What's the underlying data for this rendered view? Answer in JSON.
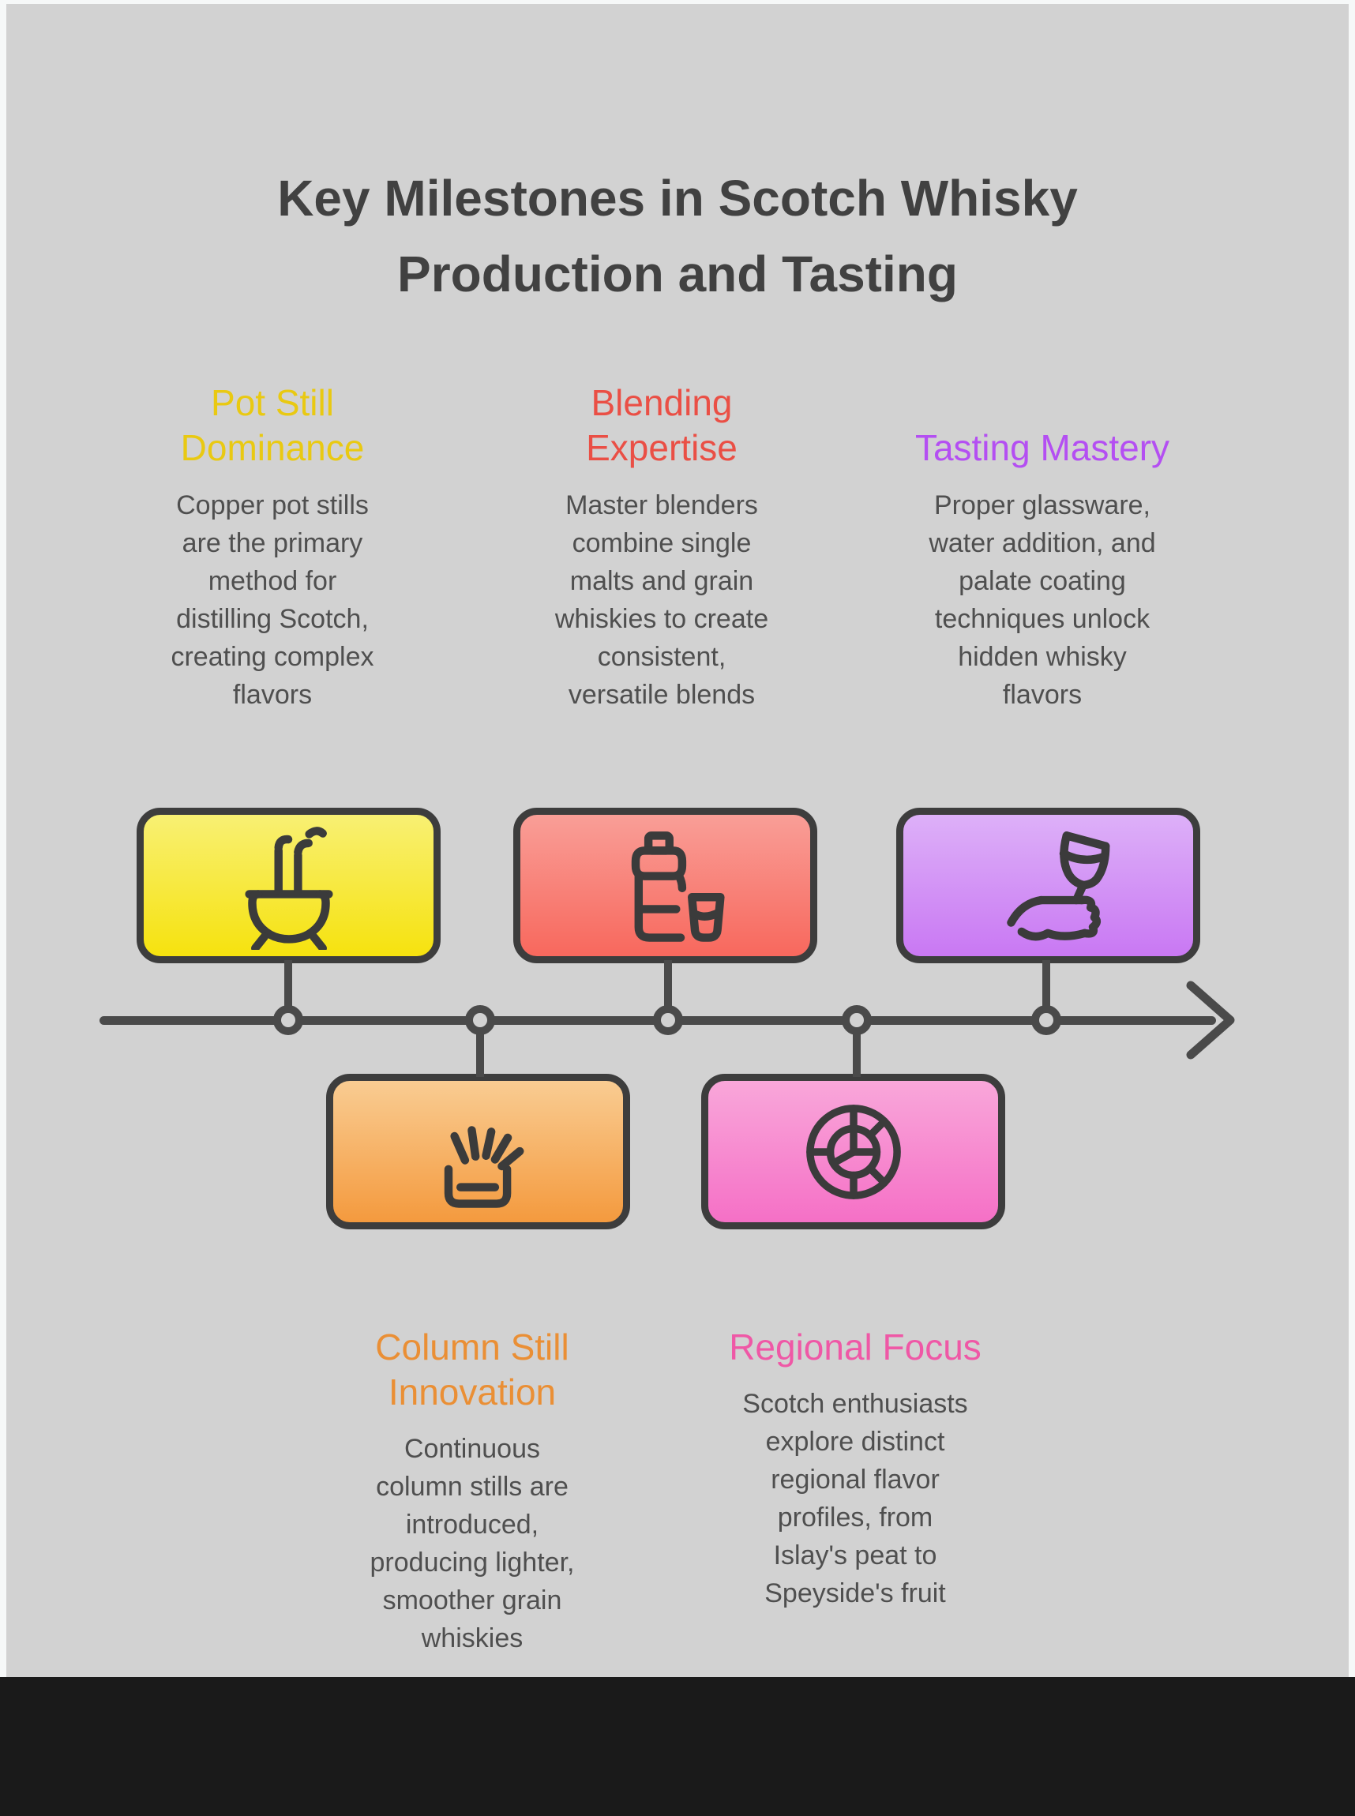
{
  "page": {
    "background": "#d2d2d2",
    "frame_color": "#f6f8f8",
    "footer_color": "#1a1a1a",
    "timeline_color": "#4a4a4a"
  },
  "title": {
    "text": "Key Milestones in Scotch Whisky\nProduction and Tasting",
    "color": "#414141"
  },
  "milestones": [
    {
      "key": "pot-still",
      "side": "above",
      "heading": "Pot Still\nDominance",
      "heading_color": "#e9c912",
      "description": "Copper pot stills\nare the primary\nmethod for\ndistilling Scotch,\ncreating complex\nflavors",
      "icon": "pot-still-icon",
      "box": {
        "top": "#f8f073",
        "bottom": "#f6e20e",
        "border": "#3d3d3d"
      }
    },
    {
      "key": "column-still",
      "side": "below",
      "heading": "Column Still\nInnovation",
      "heading_color": "#ea8f35",
      "description": "Continuous\ncolumn stills are\nintroduced,\nproducing lighter,\nsmoother grain\nwhiskies",
      "icon": "column-still-icon",
      "box": {
        "top": "#f9cc92",
        "bottom": "#f49a3e",
        "border": "#3d3d3d"
      }
    },
    {
      "key": "blending",
      "side": "above",
      "heading": "Blending\nExpertise",
      "heading_color": "#ea4f45",
      "description": "Master blenders\ncombine single\nmalts and grain\nwhiskies to create\nconsistent,\nversatile blends",
      "icon": "bottle-glass-icon",
      "box": {
        "top": "#f99e97",
        "bottom": "#f8685d",
        "border": "#3d3d3d"
      }
    },
    {
      "key": "regional",
      "side": "below",
      "heading": "Regional Focus",
      "heading_color": "#ef58a6",
      "description": "Scotch enthusiasts\nexplore distinct\nregional flavor\nprofiles, from\nIslay's peat to\nSpeyside's fruit",
      "icon": "flavor-wheel-icon",
      "box": {
        "top": "#f9a7da",
        "bottom": "#f570c6",
        "border": "#3d3d3d"
      }
    },
    {
      "key": "tasting",
      "side": "above",
      "heading": "Tasting Mastery",
      "heading_color": "#b44ff2",
      "description": "Proper glassware,\nwater addition, and\npalate coating\ntechniques unlock\nhidden whisky\nflavors",
      "icon": "tasting-glass-icon",
      "box": {
        "top": "#ddb0f8",
        "bottom": "#c978f3",
        "border": "#3d3d3d"
      }
    }
  ]
}
